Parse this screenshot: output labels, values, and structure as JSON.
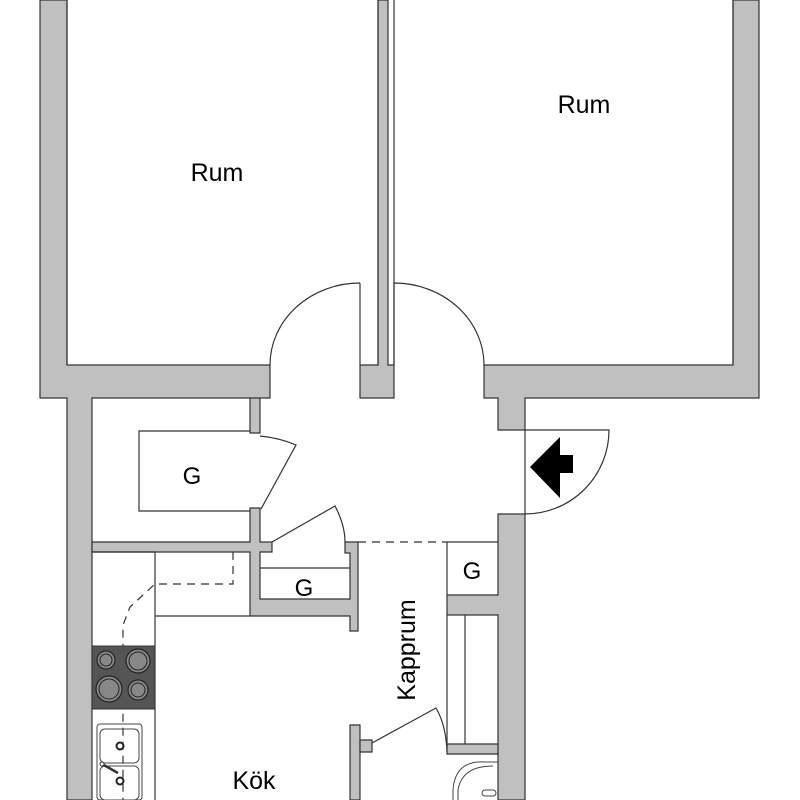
{
  "plan": {
    "wall_color": "#c0c0c0",
    "stove_color": "#555555",
    "rooms": [
      {
        "id": "room-left",
        "label": "Rum"
      },
      {
        "id": "room-right",
        "label": "Rum"
      },
      {
        "id": "kitchen",
        "label": "Kök"
      },
      {
        "id": "hallway",
        "label": "Kapprum"
      }
    ],
    "closets": [
      {
        "id": "closet-1",
        "label": "G"
      },
      {
        "id": "closet-2",
        "label": "G"
      },
      {
        "id": "closet-3",
        "label": "G"
      }
    ],
    "symbols": {
      "entrance": "entrance-arrow-icon",
      "stove": "stove-icon",
      "sink": "sink-icon",
      "washbasin": "washbasin-icon"
    }
  }
}
